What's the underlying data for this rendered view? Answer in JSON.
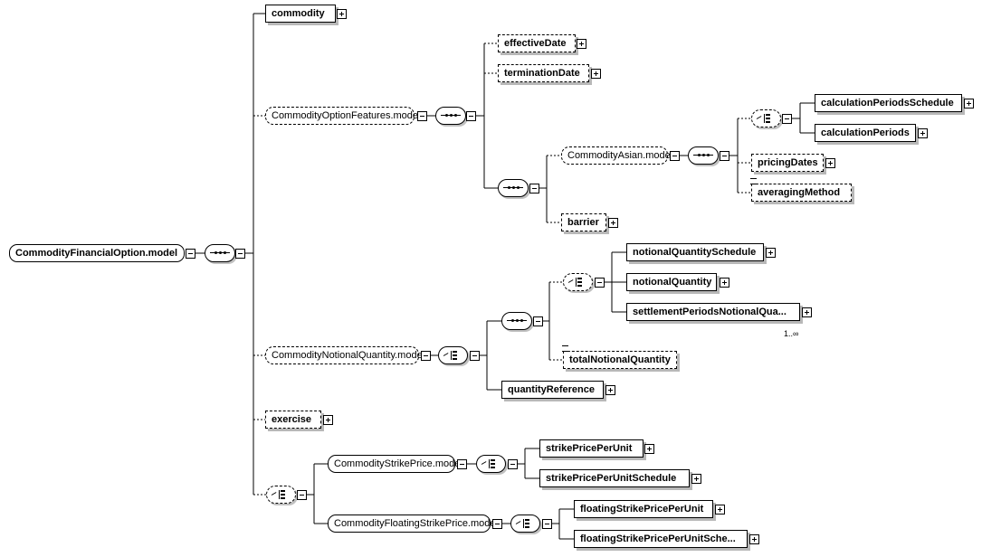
{
  "diagram": {
    "root": "CommodityFinancialOption.model",
    "elements": {
      "commodity": "commodity",
      "optionFeatures": "CommodityOptionFeatures.model",
      "effectiveDate": "effectiveDate",
      "terminationDate": "terminationDate",
      "asian": "CommodityAsian.model",
      "calculationPeriodsSchedule": "calculationPeriodsSchedule",
      "calculationPeriods": "calculationPeriods",
      "pricingDates": "pricingDates",
      "averagingMethod": "averagingMethod",
      "barrier": "barrier",
      "notionalQuantityModel": "CommodityNotionalQuantity.model",
      "notionalQuantitySchedule": "notionalQuantitySchedule",
      "notionalQuantity": "notionalQuantity",
      "settlementPeriodsNotionalQuantity": "settlementPeriodsNotionalQua...",
      "settlementCardinality": "1..∞",
      "totalNotionalQuantity": "totalNotionalQuantity",
      "quantityReference": "quantityReference",
      "exercise": "exercise",
      "strikePriceModel": "CommodityStrikePrice.model",
      "strikePricePerUnit": "strikePricePerUnit",
      "strikePricePerUnitSchedule": "strikePricePerUnitSchedule",
      "floatingStrikePriceModel": "CommodityFloatingStrikePrice.model",
      "floatingStrikePricePerUnit": "floatingStrikePricePerUnit",
      "floatingStrikePricePerUnitSchedule": "floatingStrikePricePerUnitSche..."
    }
  }
}
